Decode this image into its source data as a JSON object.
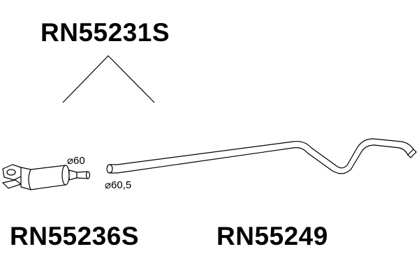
{
  "labels": {
    "assembly": "RN55231S",
    "front_part": "RN55236S",
    "rear_part": "RN55249"
  },
  "dimensions": {
    "inlet_diameter": "⌀60",
    "outlet_diameter": "⌀60,5"
  }
}
